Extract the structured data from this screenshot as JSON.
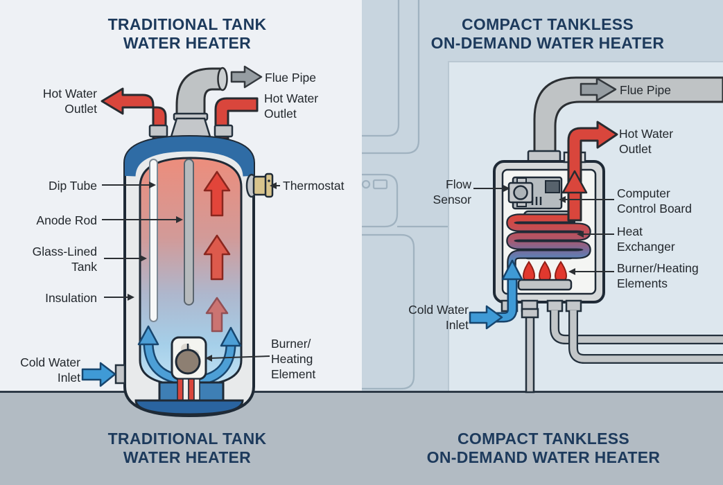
{
  "left": {
    "title": "TRADITIONAL TANK\nWATER HEATER",
    "labels": {
      "flue_pipe": "Flue Pipe",
      "hot_water_outlet_left": "Hot Water\nOutlet",
      "hot_water_outlet_right": "Hot Water\nOutlet",
      "dip_tube": "Dip Tube",
      "thermostat": "Thermostat",
      "anode_rod": "Anode Rod",
      "glass_lined_tank": "Glass-Lined\nTank",
      "insulation": "Insulation",
      "cold_water_inlet": "Cold Water\nInlet",
      "burner_heating_element": "Burner/\nHeating\nElement"
    }
  },
  "right": {
    "title": "COMPACT TANKLESS\nON-DEMAND WATER HEATER",
    "labels": {
      "flue_pipe": "Flue Pipe",
      "hot_water_outlet": "Hot Water\nOutlet",
      "flow_sensor": "Flow\nSensor",
      "computer_control_board": "Computer\nControl Board",
      "heat_exchanger": "Heat\nExchanger",
      "burner_heating_elements": "Burner/Heating\nElements",
      "cold_water_inlet": "Cold Water\nInlet"
    }
  },
  "colors": {
    "hot_red": "#d9463c",
    "cold_blue": "#3f9ad6",
    "pipe_gray": "#bfc3c5",
    "title_navy": "#1d3a5c",
    "tank_blue": "#2f6ca5",
    "flame_red": "#e2382e",
    "thermostat_tan": "#d8c48d",
    "floor_gray": "#b2bbc3"
  }
}
